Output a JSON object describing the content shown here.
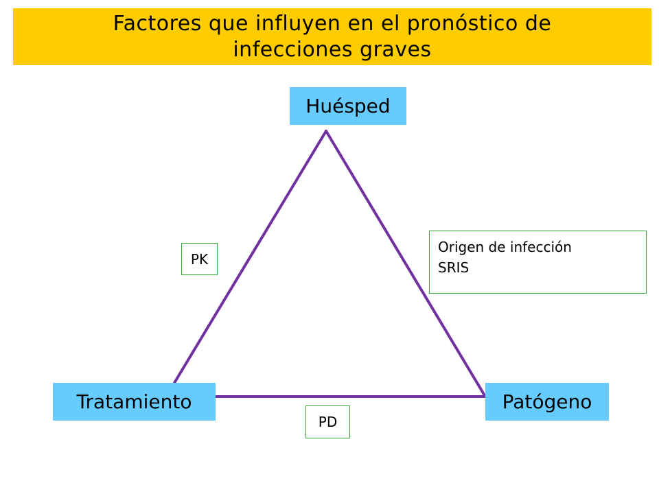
{
  "title": "Factores que influyen en el pronóstico de infecciones graves",
  "nodes": {
    "top": "Huésped",
    "left": "Tratamiento",
    "right": "Patógeno"
  },
  "edge_labels": {
    "left_edge": "PK",
    "bottom_edge": "PD",
    "right_edge_line1": "Origen de infección",
    "right_edge_line2": "SRIS"
  },
  "colors": {
    "title_background": "#ffcc00",
    "node_background": "#66ccff",
    "edge": "#7030a0",
    "label_border": "#33aa33"
  }
}
